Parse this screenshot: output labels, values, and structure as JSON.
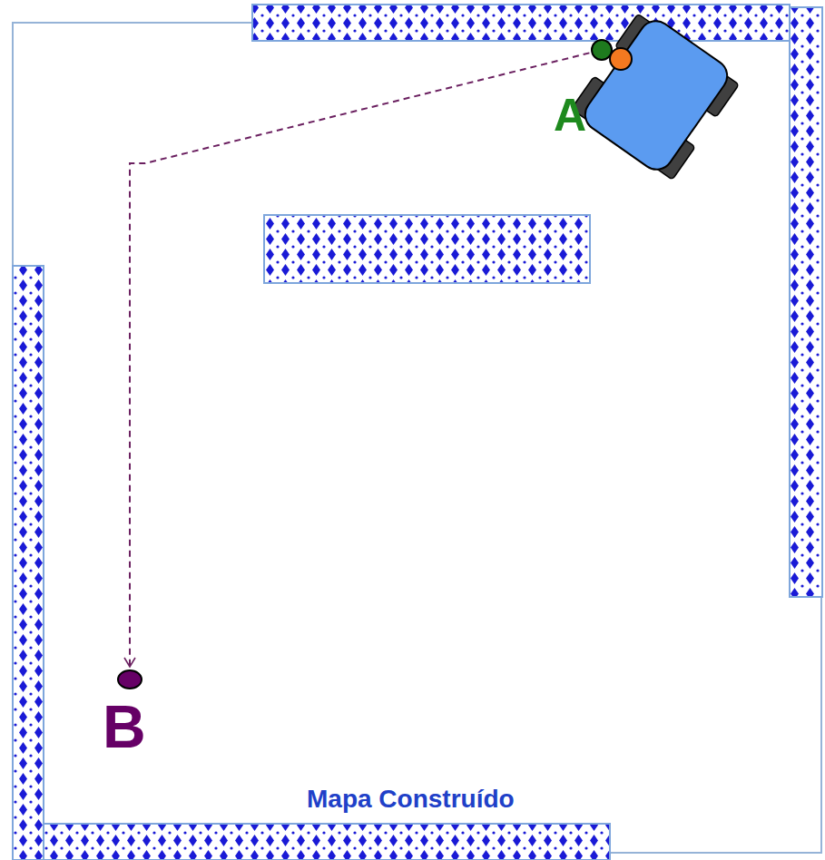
{
  "diagram": {
    "nodes": [
      {
        "text": [
          "A"
        ]
      },
      {
        "text": [
          "B"
        ]
      }
    ],
    "edges": [
      {
        "from": 0,
        "to": 1,
        "arrow": "to"
      }
    ],
    "labels": [
      "Mapa Construído"
    ]
  }
}
